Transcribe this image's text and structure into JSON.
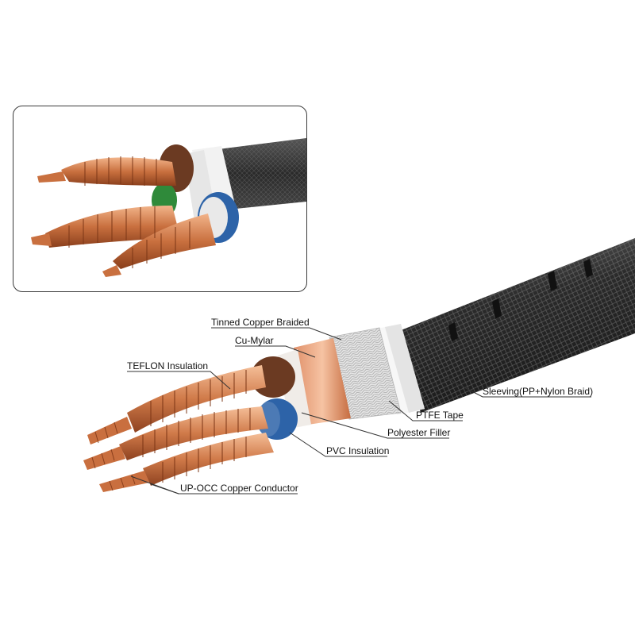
{
  "labels": {
    "tinned_copper_braided": "Tinned Copper Braided",
    "cu_mylar": "Cu-Mylar",
    "teflon_insulation": "TEFLON Insulation",
    "sleeving": "Sleeving(PP+Nylon Braid)",
    "ptfe_tape": "PTFE Tape",
    "polyester_filler": "Polyester Filler",
    "pvc_insulation": "PVC Insulation",
    "conductor": "UP-OCC Copper Conductor"
  },
  "colors": {
    "copper": "#d9875a",
    "copper_dark": "#9a4a26",
    "brown_insulation": "#6b3a22",
    "blue_insulation": "#2d63a8",
    "green_insulation": "#2f8a3a",
    "sleeving": "#3c3c3c",
    "braid": "#d8d8d8",
    "ptfe": "#f4f4f4",
    "leader_line": "#333333"
  }
}
